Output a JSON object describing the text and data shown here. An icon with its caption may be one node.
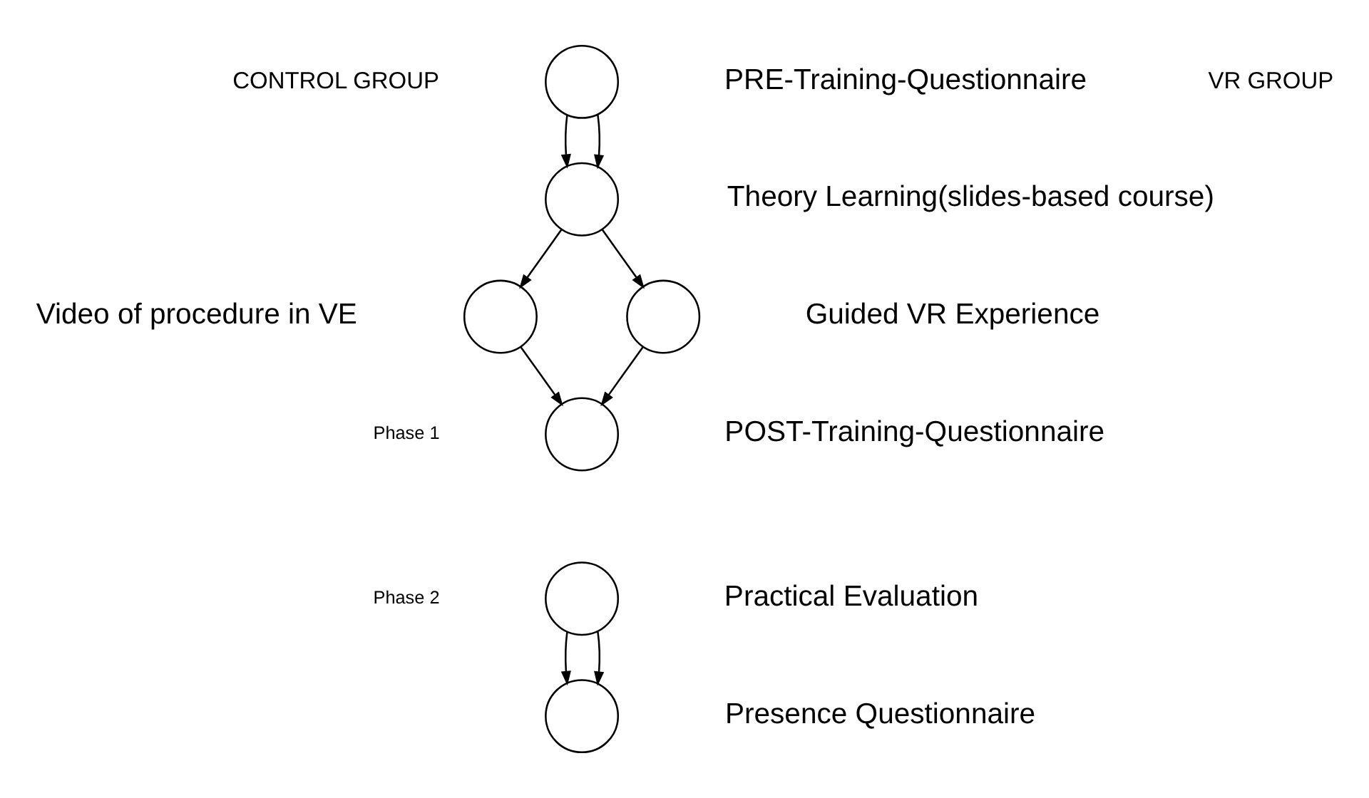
{
  "diagram": {
    "nodes": [
      {
        "text": [],
        "shape": "circle",
        "beside": [
          "PRE-Training-Questionnaire"
        ]
      },
      {
        "text": [],
        "shape": "circle",
        "beside": [
          "Theory Learning(slides-based course)"
        ]
      },
      {
        "text": [],
        "shape": "circle",
        "beside": [
          "Video of procedure in VE"
        ]
      },
      {
        "text": [],
        "shape": "circle",
        "beside": [
          "Guided VR Experience"
        ]
      },
      {
        "text": [],
        "shape": "circle",
        "beside": [
          "POST-Training-Questionnaire"
        ]
      },
      {
        "text": [],
        "shape": "circle",
        "beside": [
          "Practical Evaluation"
        ]
      },
      {
        "text": [],
        "shape": "circle",
        "beside": [
          "Presence Questionnaire"
        ]
      }
    ],
    "edges": [
      {
        "from": 0,
        "to": 1,
        "arrow": "to"
      },
      {
        "from": 0,
        "to": 1,
        "arrow": "to"
      },
      {
        "from": 1,
        "to": 2,
        "arrow": "to"
      },
      {
        "from": 1,
        "to": 3,
        "arrow": "to"
      },
      {
        "from": 2,
        "to": 4,
        "arrow": "to"
      },
      {
        "from": 3,
        "to": 4,
        "arrow": "to"
      },
      {
        "from": 5,
        "to": 6,
        "arrow": "to"
      },
      {
        "from": 5,
        "to": 6,
        "arrow": "to"
      }
    ],
    "labels": [
      "CONTROL GROUP",
      "VR GROUP",
      "Phase 1",
      "Phase 2"
    ]
  }
}
